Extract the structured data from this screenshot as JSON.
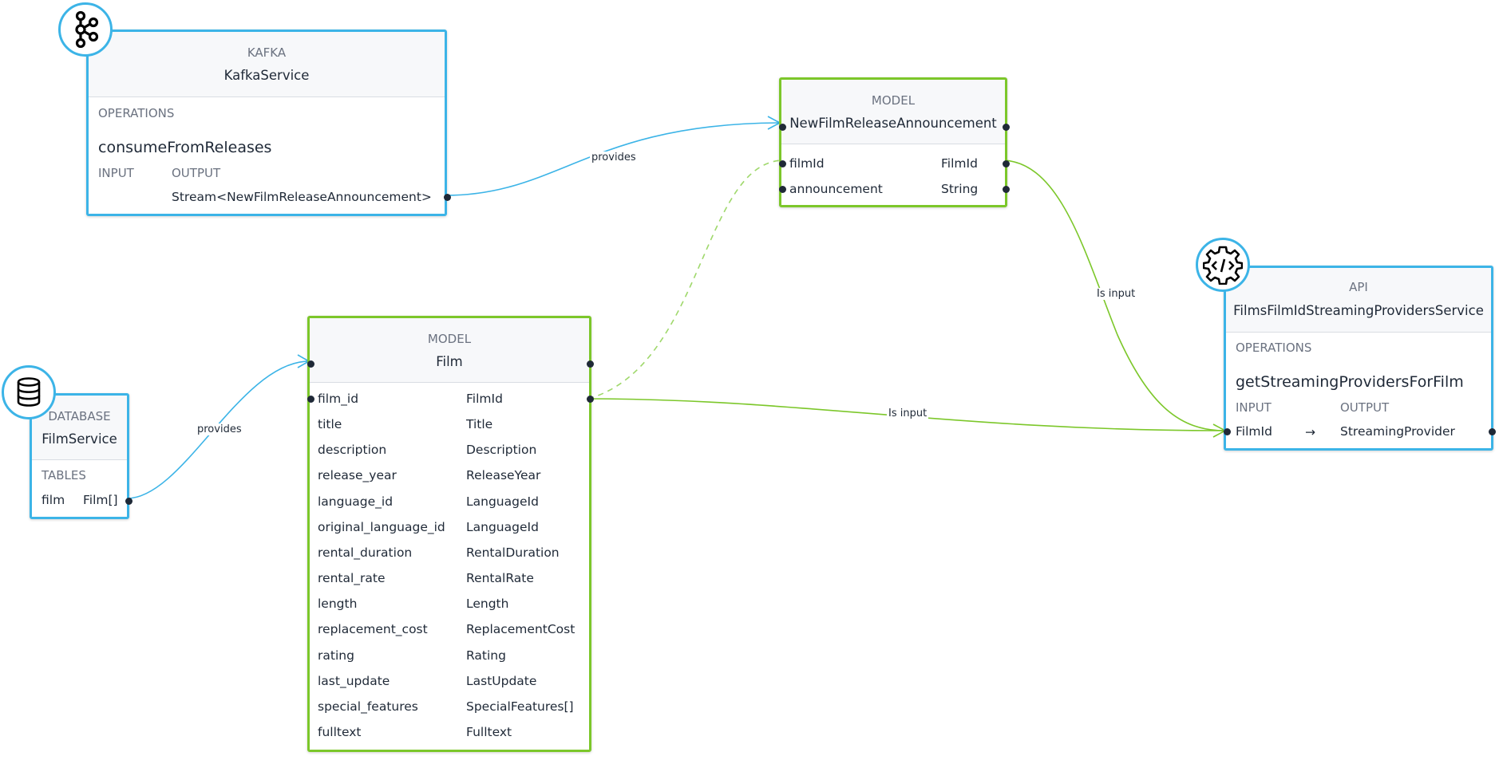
{
  "nodes": {
    "kafka": {
      "kind": "KAFKA",
      "title": "KafkaService",
      "section": "OPERATIONS",
      "operation": "consumeFromReleases",
      "input_label": "INPUT",
      "output_label": "OUTPUT",
      "output": "Stream<NewFilmReleaseAnnouncement>",
      "icon": "kafka-icon"
    },
    "announcement_model": {
      "kind": "MODEL",
      "title": "NewFilmReleaseAnnouncement",
      "fields": [
        {
          "name": "filmId",
          "type": "FilmId"
        },
        {
          "name": "announcement",
          "type": "String"
        }
      ]
    },
    "database": {
      "kind": "DATABASE",
      "title": "FilmService",
      "section": "TABLES",
      "table_name": "film",
      "table_type": "Film[]",
      "icon": "database-icon"
    },
    "film_model": {
      "kind": "MODEL",
      "title": "Film",
      "fields": [
        {
          "name": "film_id",
          "type": "FilmId"
        },
        {
          "name": "title",
          "type": "Title"
        },
        {
          "name": "description",
          "type": "Description"
        },
        {
          "name": "release_year",
          "type": "ReleaseYear"
        },
        {
          "name": "language_id",
          "type": "LanguageId"
        },
        {
          "name": "original_language_id",
          "type": "LanguageId"
        },
        {
          "name": "rental_duration",
          "type": "RentalDuration"
        },
        {
          "name": "rental_rate",
          "type": "RentalRate"
        },
        {
          "name": "length",
          "type": "Length"
        },
        {
          "name": "replacement_cost",
          "type": "ReplacementCost"
        },
        {
          "name": "rating",
          "type": "Rating"
        },
        {
          "name": "last_update",
          "type": "LastUpdate"
        },
        {
          "name": "special_features",
          "type": "SpecialFeatures[]"
        },
        {
          "name": "fulltext",
          "type": "Fulltext"
        }
      ]
    },
    "api": {
      "kind": "API",
      "title": "FilmsFilmIdStreamingProvidersService",
      "section": "OPERATIONS",
      "operation": "getStreamingProvidersForFilm",
      "input_label": "INPUT",
      "output_label": "OUTPUT",
      "input": "FilmId",
      "arrow": "→",
      "output": "StreamingProvider",
      "icon": "api-gear-icon"
    }
  },
  "edges": {
    "kafka_provides": "provides",
    "db_provides": "provides",
    "filmid_is_input": "Is input",
    "film_is_input": "Is input"
  },
  "colors": {
    "service": "#3cb4e7",
    "model": "#7cc72a",
    "dot": "#1f2937"
  }
}
